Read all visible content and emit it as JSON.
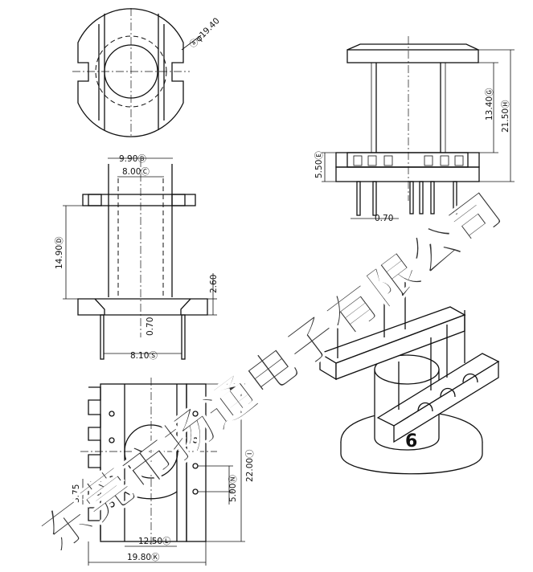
{
  "dimensions": {
    "top_diameter": "ⓐφ19.40",
    "side_height_total": "21.50Ⓗ",
    "side_height_core": "13.40Ⓖ",
    "side_base": "5.50Ⓔ",
    "side_pin": "0.70",
    "front_outer_width": "9.90Ⓑ",
    "front_inner_width": "8.00Ⓒ",
    "front_height": "14.90Ⓓ",
    "front_flange": "2.60",
    "front_pin_offset": "0.70",
    "front_pin_span": "8.10Ⓢ",
    "bottom_height": "22.00Ⓘ",
    "bottom_pin_pitch": "5.00Ⓝ",
    "bottom_left_pitch": "3.75",
    "bottom_inner_width": "12.50Ⓛ",
    "bottom_outer_width": "19.80Ⓚ"
  },
  "iso_label": "6",
  "watermark": "东莞市扬通电子有限公司",
  "colors": {
    "line": "#111111",
    "watermark": "#b8b8b8",
    "background": "#ffffff"
  }
}
